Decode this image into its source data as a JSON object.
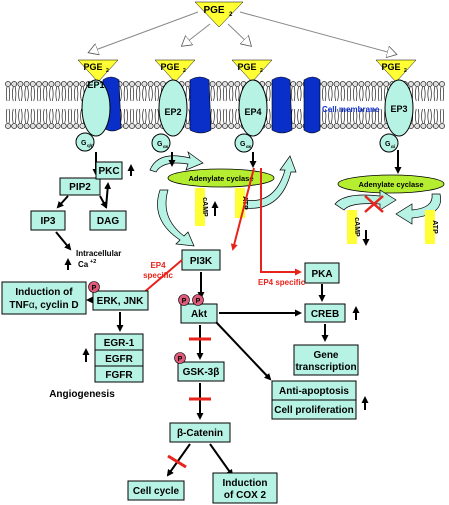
{
  "ligand": {
    "top": "PGE",
    "sub": "2"
  },
  "receptors": [
    {
      "ligand": "PGE",
      "sub": "2",
      "name": "EP1",
      "g": "G",
      "gsub": "q/p"
    },
    {
      "ligand": "PGE",
      "sub": "2",
      "name": "EP2",
      "g": "G",
      "gsub": "αs"
    },
    {
      "ligand": "PGE",
      "sub": "2",
      "name": "EP4",
      "g": "G",
      "gsub": "αs"
    },
    {
      "ligand": "PGE",
      "sub": "2",
      "name": "EP3",
      "g": "G",
      "gsub": "αi"
    }
  ],
  "membrane_label": "Cell membrane",
  "nodes": {
    "pip2": "PIP2",
    "pkc": "PKC",
    "ip3": "IP3",
    "dag": "DAG",
    "ca_line1": "Intracellular",
    "ca_line2": "Ca",
    "ca_sup": "+2",
    "adenylate_cyclase": "Adenylate cyclase",
    "camp": "cAMP",
    "atp": "ATP",
    "adenylate_cyclase_ep3": "Adenylate cyclase",
    "camp_ep3": "cAMP",
    "atp_ep3": "ATP",
    "pi3k": "PI3K",
    "pka": "PKA",
    "ep4_specific_1_line1": "EP4",
    "ep4_specific_1_line2": "specific",
    "ep4_specific_2": "EP4 specific",
    "induction_line1": "Induction of",
    "induction_line2a": "TNF",
    "induction_line2b": "α",
    "induction_line2c": ", cyclin D",
    "erk": "ERK, JNK",
    "akt": "Akt",
    "creb": "CREB",
    "gene_line1": "Gene",
    "gene_line2": "transcription",
    "egr1": "EGR-1",
    "egfr": "EGFR",
    "fgfr": "FGFR",
    "angiogenesis": "Angiogenesis",
    "gsk": "GSK-3β",
    "anti_apoptosis": "Anti-apoptosis",
    "cell_proliferation": "Cell proliferation",
    "beta_catenin": "β-Catenin",
    "cell_cycle": "Cell cycle",
    "cox_line1": "Induction",
    "cox_line2": "of COX 2",
    "p": "P"
  },
  "colors": {
    "box_fill": "#b7f3e5",
    "ligand_yellow": "#ffff33",
    "channel_blue": "#0a2fc9",
    "inhibit_red": "#e8231b",
    "membrane_text": "#1030d0"
  }
}
